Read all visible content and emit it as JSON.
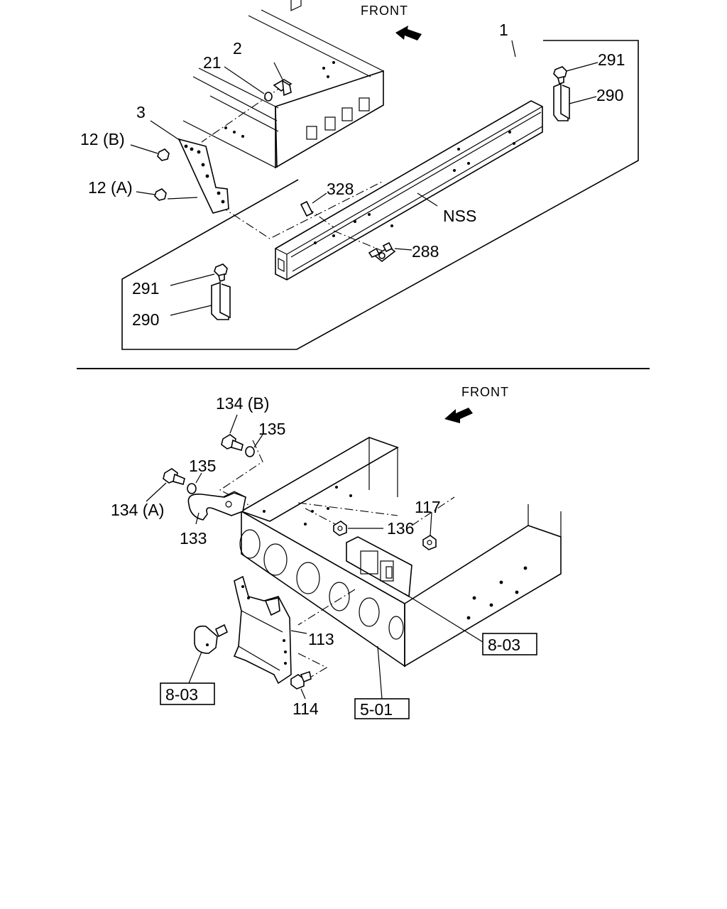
{
  "top_diagram": {
    "front_label": "FRONT",
    "callouts": {
      "assembly": "1",
      "bolt": "2",
      "washer": "21",
      "bracket": "3",
      "nut_b": "12 (B)",
      "nut_a": "12 (A)",
      "pin": "328",
      "nss": "NSS",
      "bolt_288": "288",
      "bolt_291_right": "291",
      "clip_290_right": "290",
      "bolt_291_left": "291",
      "clip_290_left": "290"
    }
  },
  "bottom_diagram": {
    "front_label": "FRONT",
    "callouts": {
      "bolt_b": "134 (B)",
      "washer_b": "135",
      "washer_a": "135",
      "bolt_a": "134 (A)",
      "hook": "133",
      "nut_136": "136",
      "nut_117": "117",
      "bracket_113": "113",
      "bolt_114": "114"
    },
    "references": {
      "ref_right": "8-03",
      "ref_left": "8-03",
      "ref_frame": "5-01"
    }
  }
}
